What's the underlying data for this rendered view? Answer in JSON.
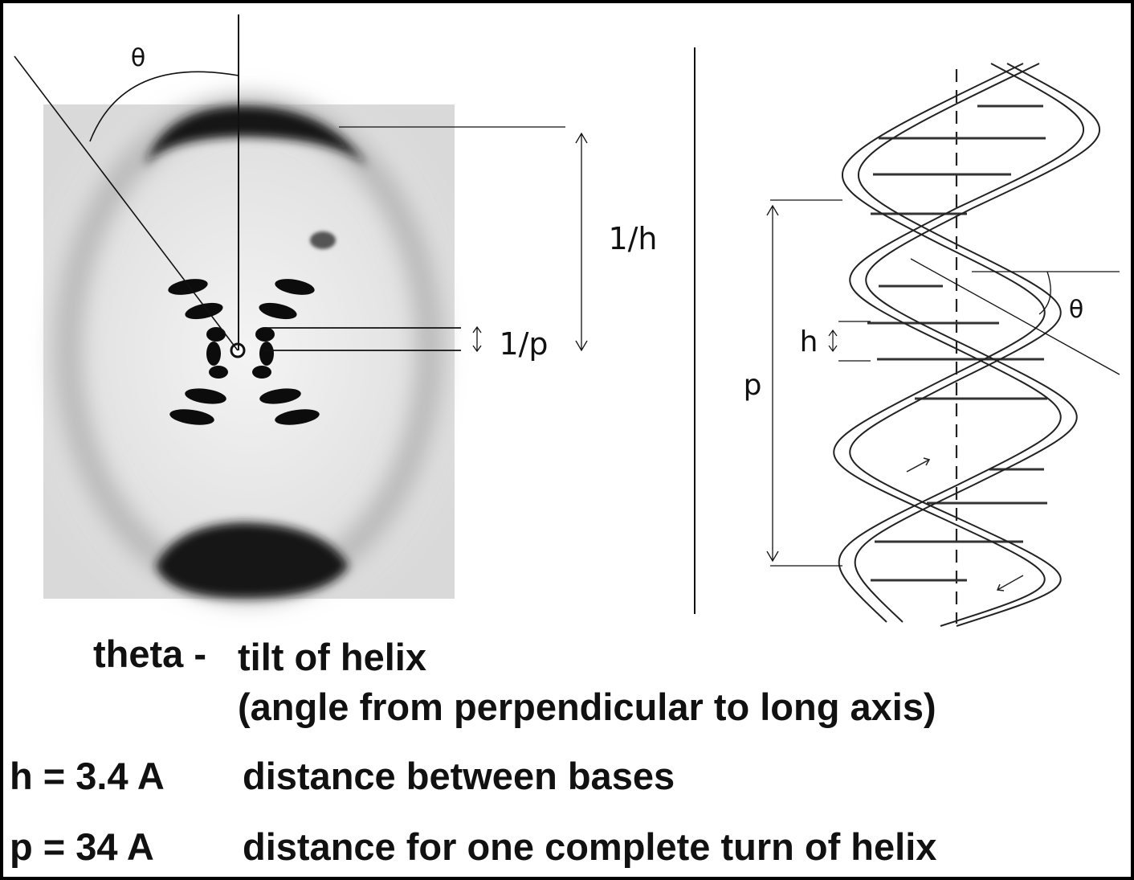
{
  "diagram": {
    "labels": {
      "theta_left": "θ",
      "one_over_h": "1/h",
      "one_over_p": "1/p",
      "h": "h",
      "p": "p",
      "theta_right": "θ"
    }
  },
  "legend": {
    "theta": {
      "term": "theta -",
      "line1": "tilt of helix",
      "line2": "(angle from perpendicular to long axis)"
    },
    "h": {
      "term": "h = 3.4 A",
      "desc": "distance between bases"
    },
    "p": {
      "term": "p = 34 A",
      "desc": "distance for one complete turn of helix"
    }
  },
  "colors": {
    "frame": "#000000",
    "background": "#ffffff",
    "ink": "#111111"
  }
}
